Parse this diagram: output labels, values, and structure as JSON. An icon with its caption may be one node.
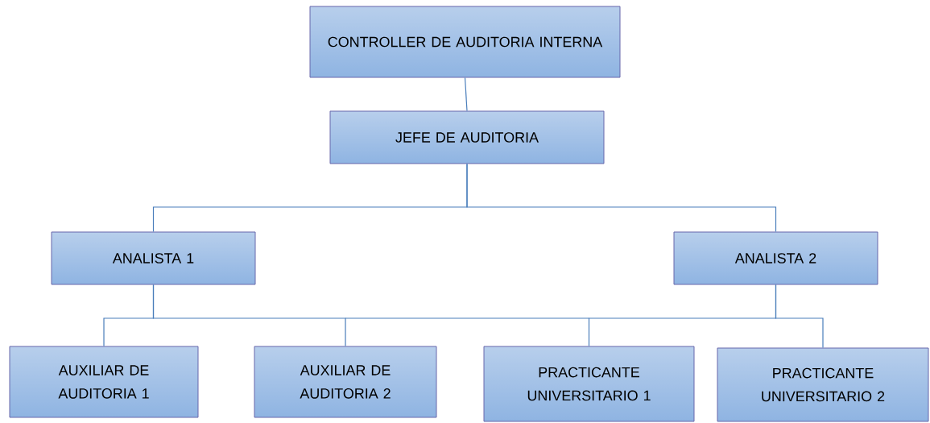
{
  "diagram": {
    "nodes": [
      {
        "text": [
          "CONTROLLER DE AUDITORIA INTERNA"
        ]
      },
      {
        "text": [
          "JEFE DE AUDITORIA"
        ]
      },
      {
        "text": [
          "ANALISTA 1"
        ]
      },
      {
        "text": [
          "ANALISTA 2"
        ]
      },
      {
        "text": [
          "AUXILIAR DE AUDITORIA 1"
        ]
      },
      {
        "text": [
          "AUXILIAR DE AUDITORIA 2"
        ]
      },
      {
        "text": [
          "PRACTICANTE UNIVERSITARIO 1"
        ]
      },
      {
        "text": [
          "PRACTICANTE UNIVERSITARIO 2"
        ]
      }
    ],
    "edges": [
      {
        "from": 0,
        "to": 1,
        "arrow": "none"
      },
      {
        "from": 1,
        "to": 2,
        "arrow": "none"
      },
      {
        "from": 1,
        "to": 3,
        "arrow": "none"
      },
      {
        "from": 2,
        "to": 4,
        "arrow": "none"
      },
      {
        "from": 2,
        "to": 5,
        "arrow": "none"
      },
      {
        "from": 3,
        "to": 6,
        "arrow": "none"
      },
      {
        "from": 3,
        "to": 7,
        "arrow": "none"
      }
    ]
  }
}
